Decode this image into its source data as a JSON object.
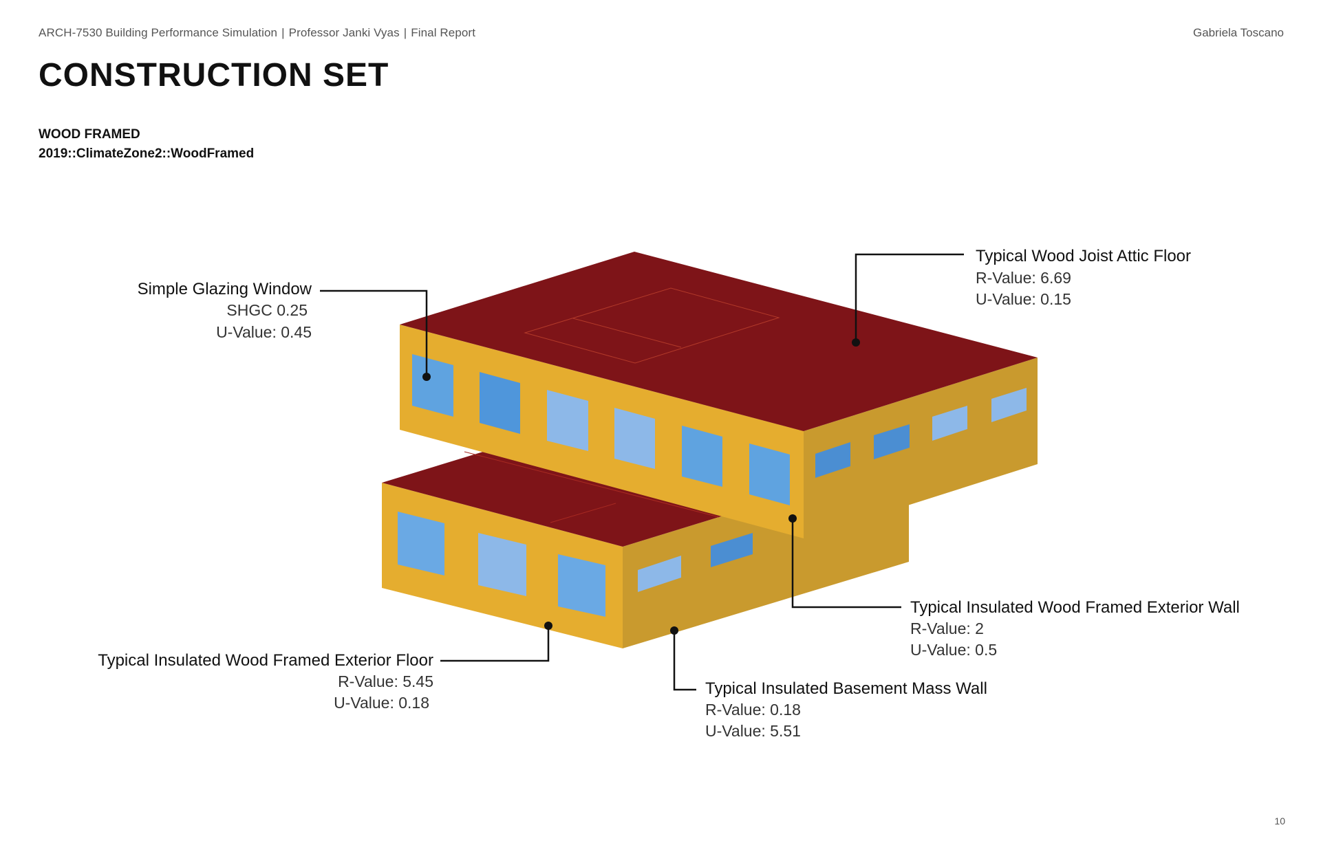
{
  "header": {
    "course": "ARCH-7530 Building Performance Simulation",
    "professor": "Professor Janki Vyas",
    "report": "Final Report",
    "author": "Gabriela Toscano"
  },
  "page": {
    "title": "CONSTRUCTION SET",
    "subtitle_line1": "WOOD FRAMED",
    "subtitle_line2": "2019::ClimateZone2::WoodFramed",
    "number": "10"
  },
  "colors": {
    "roof": "#7e1418",
    "wall_front": "#e5ad2f",
    "wall_side": "#c99a2e",
    "glass": "#5fa3e0",
    "leader": "#111111"
  },
  "labels": {
    "window": {
      "title": "Simple Glazing Window",
      "line1": "SHGC 0.25",
      "line2": "U-Value: 0.45"
    },
    "attic_floor": {
      "title": "Typical Wood Joist Attic Floor",
      "line1": "R-Value: 6.69",
      "line2": "U-Value: 0.15"
    },
    "exterior_wall": {
      "title": "Typical Insulated Wood Framed Exterior Wall",
      "line1": "R-Value: 2",
      "line2": "U-Value: 0.5"
    },
    "exterior_floor": {
      "title": "Typical Insulated Wood Framed Exterior Floor",
      "line1": "R-Value: 5.45",
      "line2": "U-Value: 0.18"
    },
    "basement_wall": {
      "title": "Typical Insulated Basement Mass Wall",
      "line1": "R-Value: 0.18",
      "line2": "U-Value: 5.51"
    }
  }
}
